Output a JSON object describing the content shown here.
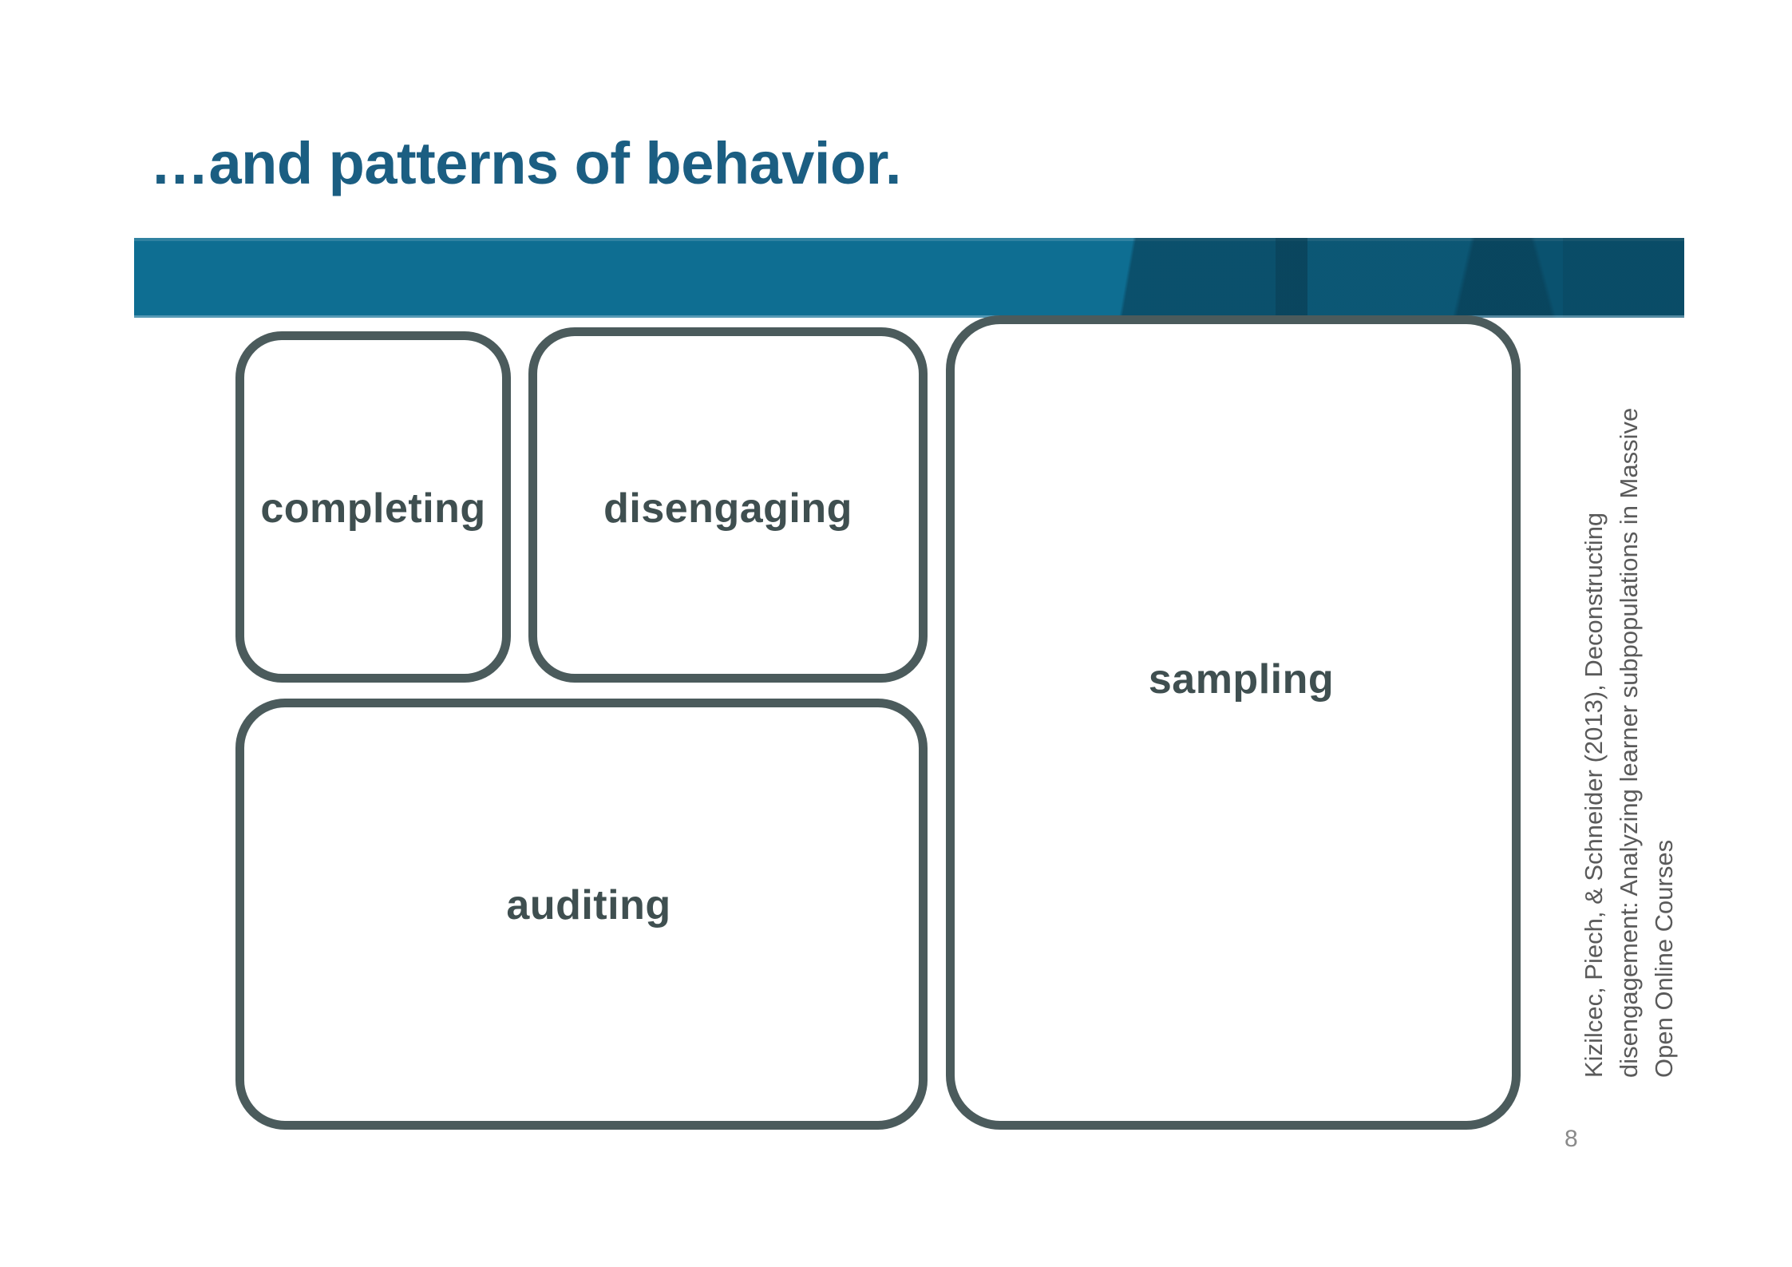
{
  "slide": {
    "title": "…and patterns of behavior.",
    "title_color": "#1b5e82",
    "page_number": "8",
    "banner_color": "#0e6e92",
    "box_border_color": "#4b5b5c",
    "box_label_color": "#3f4f50"
  },
  "boxes": [
    {
      "id": "completing",
      "label": "completing"
    },
    {
      "id": "disengaging",
      "label": "disengaging"
    },
    {
      "id": "auditing",
      "label": "auditing"
    },
    {
      "id": "sampling",
      "label": "sampling"
    }
  ],
  "citation": {
    "line1": "Kizilcec, Piech, & Schneider (2013), Deconstructing",
    "line2": "disengagement: Analyzing learner subpopulations in Massive",
    "line3": "Open Online Courses"
  }
}
